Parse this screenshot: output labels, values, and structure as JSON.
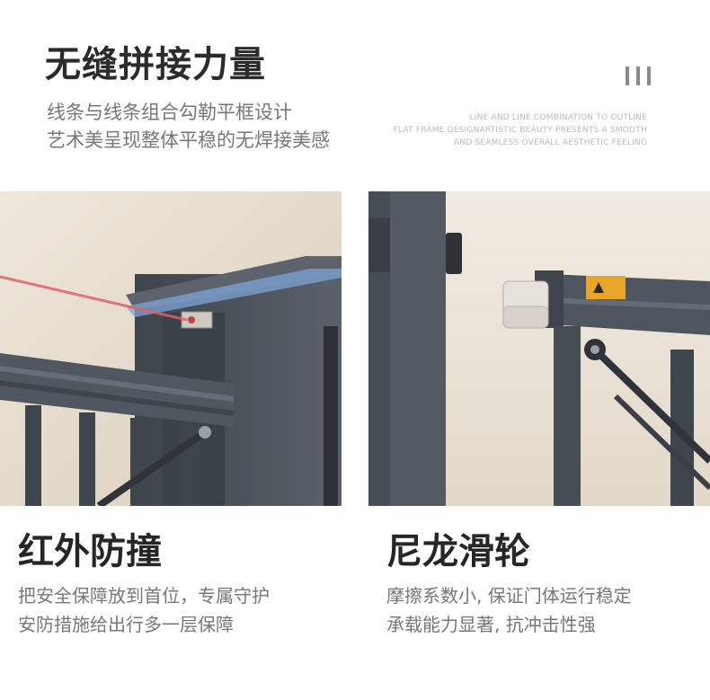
{
  "header": {
    "title": "无缝拼接力量",
    "subtitle_line1": "线条与线条组合勾勒平框设计",
    "subtitle_line2": "艺术美呈现整体平稳的无焊接美感",
    "english_line1": "LINE AND LINE COMBINATION TO OUTLINE",
    "english_line2": "FLAT FRAME DESIGNARTISTIC BEAUTY PRESENTS A SMOOTH",
    "english_line3": "AND SEAMLESS OVERALL AESTHETIC FEELING"
  },
  "features": [
    {
      "title": "红外防撞",
      "desc_line1": "把安全保障放到首位，专属守护",
      "desc_line2": "安防措施给出行多一层保障"
    },
    {
      "title": "尼龙滑轮",
      "desc_line1": "摩擦系数小, 保证门体运行稳定",
      "desc_line2": "承载能力显著, 抗冲击性强"
    }
  ],
  "colors": {
    "title": "#2b2b2b",
    "subtitle": "#777777",
    "frame_metal": "#4a5058",
    "laser": "#e0606a"
  },
  "icons": {
    "bars": "triple-bar-icon"
  }
}
